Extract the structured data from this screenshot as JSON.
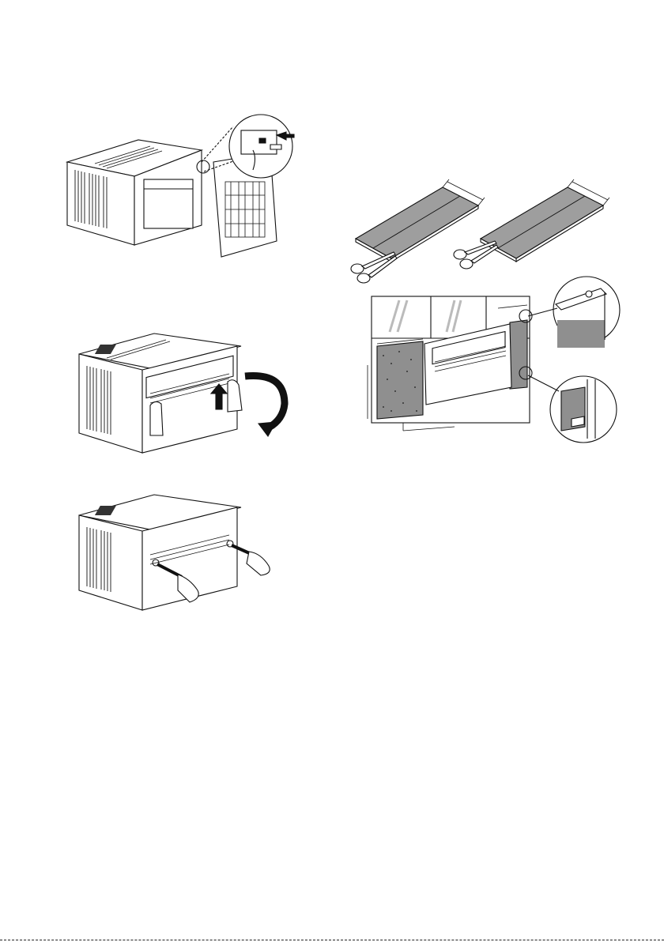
{
  "page": {
    "background": "#ffffff",
    "line_color": "#111111",
    "panel_fill": "#9e9e9e",
    "label_text": ""
  },
  "figures": [
    {
      "id": "fig-remove-front-panel",
      "icon": "ac-unit-front-panel-open-icon"
    },
    {
      "id": "fig-lift-front-panel",
      "icon": "ac-unit-lift-panel-icon"
    },
    {
      "id": "fig-screw-front-panel",
      "icon": "ac-unit-screwdriver-icon"
    },
    {
      "id": "fig-cut-foam-panels",
      "icon": "foam-panel-scissors-icon"
    },
    {
      "id": "fig-install-foam-window",
      "icon": "window-foam-install-icon"
    }
  ]
}
